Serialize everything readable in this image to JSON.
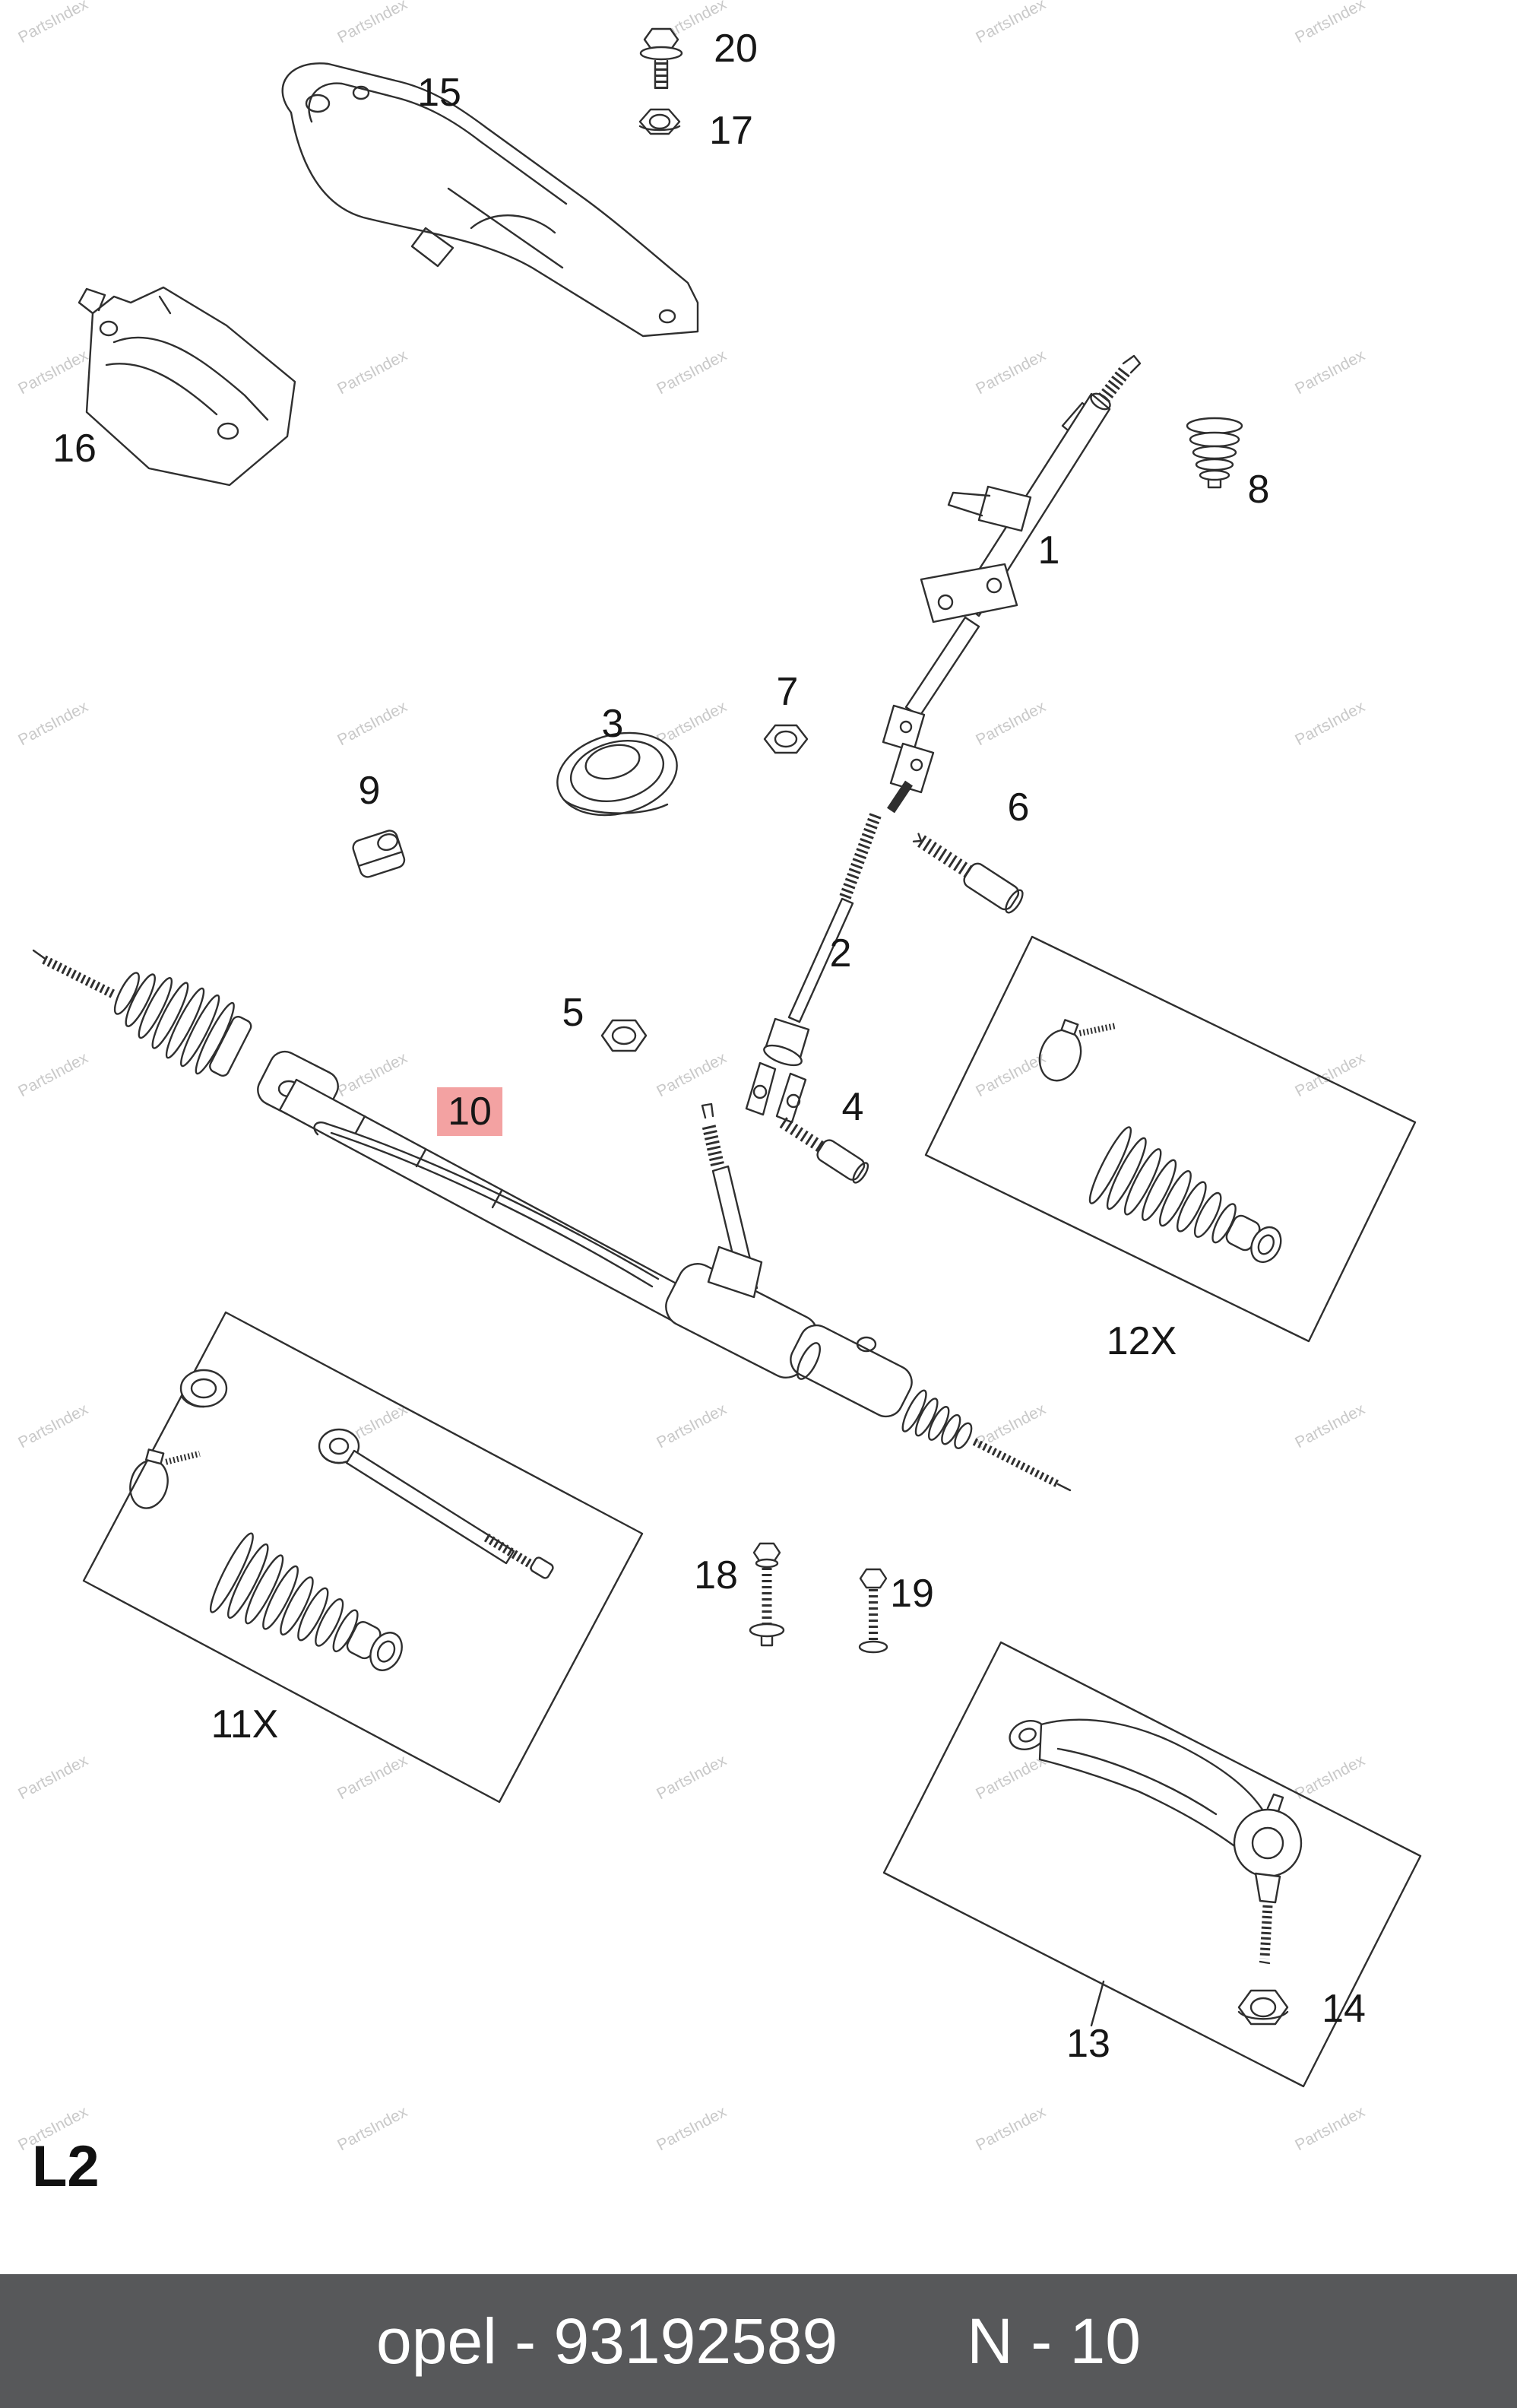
{
  "page": {
    "corner_label": "L2",
    "watermark_text": "PartsIndex",
    "background_color": "#ffffff",
    "highlight_color": "#f3a2a2",
    "footer_bg": "#57585a",
    "line_color": "#2f2f2f"
  },
  "footer": {
    "brand": "opel",
    "part_number": "93192589",
    "left_text": "opel - 93192589",
    "right_text": "N - 10"
  },
  "highlighted_part": "10",
  "part_labels": {
    "p1": "1",
    "p2": "2",
    "p3": "3",
    "p4": "4",
    "p5": "5",
    "p6": "6",
    "p7": "7",
    "p8": "8",
    "p9": "9",
    "p10": "10",
    "p11x": "11X",
    "p12x": "12X",
    "p13": "13",
    "p14": "14",
    "p15": "15",
    "p16": "16",
    "p17": "17",
    "p18": "18",
    "p19": "19",
    "p20": "20"
  }
}
